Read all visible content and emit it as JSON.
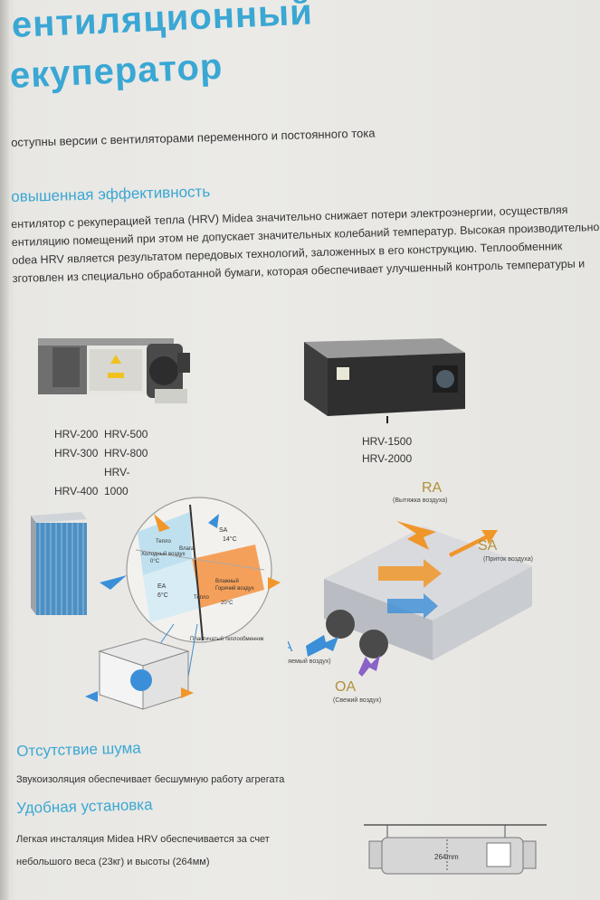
{
  "title": {
    "line1": "ентиляционный",
    "line2": "екуператор"
  },
  "subtitle": "оступны версии с вентиляторами переменного и постоянного тока",
  "efficiency": {
    "heading": "овышенная эффективность",
    "lines": [
      "ентилятор с рекуперацией тепла (HRV) Midea значительно снижает потери электроэнергии, осуществляя",
      "ентиляцию помещений при этом не допускает значительных колебаний температур. Высокая производительность",
      "odea HRV является результатом передовых технологий, заложенных в его конструкцию. Теплообменник",
      "зготовлен из специально обработанной бумаги, которая обеспечивает улучшенный контроль температуры и"
    ]
  },
  "models_left": [
    [
      "HRV-200",
      "HRV-500"
    ],
    [
      "HRV-300",
      "HRV-800"
    ],
    [
      "HRV-400",
      "HRV-1000"
    ]
  ],
  "models_right": [
    "HRV-1500",
    "HRV-2000"
  ],
  "exchanger_diagram": {
    "sa": "SA",
    "sa_temp": "14°C",
    "warm": "Тепло",
    "moisture": "Влага",
    "cold_air": "Холодный воздух",
    "cold_temp": "0°C",
    "ea": "EA",
    "ea_temp": "6°C",
    "warm2": "Тепло",
    "humid": "Влажный",
    "hot_air": "Горячий воздух",
    "hot_temp": "20°C",
    "plastic": "Пластичатый теплообменник"
  },
  "flow_diagram": {
    "ra": "RA",
    "ra_desc": "(Вытяжка воздуха)",
    "sa": "SA",
    "sa_desc": "(Приток воздуха)",
    "ea": "EA",
    "ea_desc": "(Удаляемый воздух)",
    "oa": "OA",
    "oa_desc": "(Свежий воздух)"
  },
  "noise": {
    "heading": "Отсутствие шума",
    "text": "Звукоизоляция обеспечивает бесшумную работу агрегата"
  },
  "install": {
    "heading": "Удобная установка",
    "line1": "Легкая инсталяция Midea HRV обеспечивается за счет",
    "line2": "небольшого веса (23кг) и высоты (264мм)",
    "dimension": "264mm"
  },
  "colors": {
    "accent_blue": "#3aa7d4",
    "label_gold": "#b0903c",
    "arrow_blue": "#3b8fd8",
    "arrow_orange": "#f0962a",
    "arrow_purple": "#8a62c8"
  }
}
